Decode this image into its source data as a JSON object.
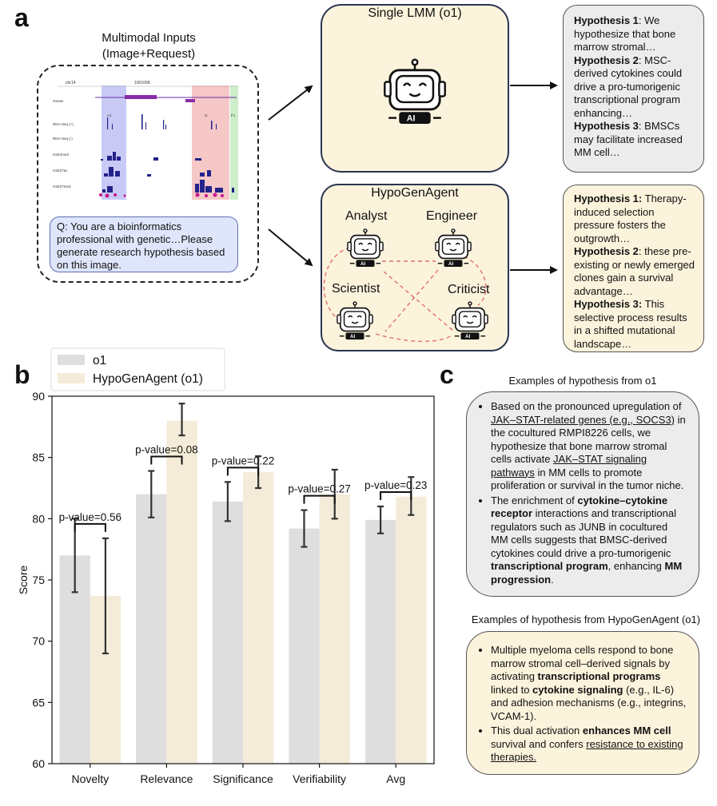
{
  "panel_a": {
    "letter": "a",
    "inputs_title_1": "Multimodal Inputs",
    "inputs_title_2": "(Image+Request)",
    "genome_tracks": {
      "top_label": "chr14",
      "scale_label": "100100K",
      "track_labels": [
        "Genes",
        "RNA-Seq (+)",
        "RNA-Seq (-)",
        "H3K4me3",
        "H3K27ac",
        "H3K27me3"
      ],
      "region_labels": [
        "A1",
        "I1",
        "F1"
      ]
    },
    "request_text": "Q: You are a bioinformatics professional with genetic…Please generate research hypothesis based on this image.",
    "single_title": "Single LMM (o1)",
    "agent_title": "HypoGenAgent",
    "roles": [
      "Analyst",
      "Engineer",
      "Scientist",
      "Criticist"
    ],
    "robot_badge": "AI",
    "single_hypotheses": [
      {
        "label": "Hypothesis 1",
        "sep": ": ",
        "text": "We hypothesize that bone marrow stromal…"
      },
      {
        "label": "Hypothesis 2",
        "sep": ": ",
        "text": "MSC-derived cytokines could drive a pro-tumorigenic transcriptional program enhancing…"
      },
      {
        "label": "Hypothesis 3",
        "sep": ": ",
        "text": "BMSCs may facilitate increased MM cell…"
      }
    ],
    "agent_hypotheses": [
      {
        "label": "Hypothesis 1:",
        "sep": " ",
        "text": "Therapy-induced selection pressure fosters the outgrowth…"
      },
      {
        "label": "Hypothesis 2",
        "sep": ": ",
        "text": "these pre-existing or newly emerged clones gain a survival advantage…"
      },
      {
        "label": "Hypothesis 3:",
        "sep": " ",
        "text": "This selective process results in a shifted mutational landscape…"
      }
    ]
  },
  "panel_b": {
    "letter": "b"
  },
  "panel_c": {
    "letter": "c",
    "title_o1": "Examples of hypothesis from o1",
    "o1_bullets": [
      [
        {
          "t": "Based on the pronounced upregulation of "
        },
        {
          "t": "JAK–STAT-related genes (e.g., SOCS3)",
          "s": "u"
        },
        {
          "t": " in the cocultured RMPI8226 cells, we hypothesize that bone marrow stromal cells activate "
        },
        {
          "t": "JAK–STAT signaling pathways",
          "s": "u"
        },
        {
          "t": " in MM cells to promote proliferation or survival in the tumor niche."
        }
      ],
      [
        {
          "t": "The enrichment of "
        },
        {
          "t": "cytokine–cytokine receptor",
          "s": "b"
        },
        {
          "t": " interactions and transcriptional regulators such as JUNB in cocultured MM cells suggests that BMSC-derived cytokines could drive a pro-tumorigenic "
        },
        {
          "t": "transcriptional program",
          "s": "b"
        },
        {
          "t": ", enhancing "
        },
        {
          "t": "MM progression",
          "s": "b"
        },
        {
          "t": "."
        }
      ]
    ],
    "title_agent": "Examples of hypothesis from HypoGenAgent (o1)",
    "agent_bullets": [
      [
        {
          "t": "Multiple myeloma cells respond to bone marrow stromal cell–derived signals by activating "
        },
        {
          "t": "transcriptional programs",
          "s": "b"
        },
        {
          "t": " linked to "
        },
        {
          "t": "cytokine signaling",
          "s": "b"
        },
        {
          "t": " (e.g., IL-6) and adhesion mechanisms (e.g., integrins, VCAM-1)."
        }
      ],
      [
        {
          "t": "This dual activation "
        },
        {
          "t": "enhances MM cell",
          "s": "b"
        },
        {
          "t": " survival and confers "
        },
        {
          "t": "resistance to existing therapies.",
          "s": "u"
        }
      ]
    ]
  },
  "colors": {
    "o1": "#dedede",
    "hypogen": "#f4ecd8",
    "grey_panel": "#ececec",
    "cream_panel": "#fcf3dc",
    "blue_panel": "#dfe6fb",
    "agent_link": "#e07070",
    "blue_highlight": "#c8caf5",
    "red_highlight": "#f6c7c7",
    "green_highlight": "#cdeec8"
  },
  "chart_data": {
    "type": "bar",
    "categories": [
      "Novelty",
      "Relevance",
      "Significance",
      "Verifiability",
      "Avg"
    ],
    "series": [
      {
        "name": "o1",
        "values": [
          77.0,
          82.0,
          81.4,
          79.2,
          79.9
        ],
        "err_low": [
          74.0,
          80.1,
          79.8,
          77.7,
          78.8
        ],
        "err_high": [
          80.0,
          83.9,
          83.0,
          80.7,
          81.0
        ]
      },
      {
        "name": "HypoGenAgent (o1)",
        "values": [
          73.7,
          88.0,
          83.8,
          82.0,
          81.8
        ],
        "err_low": [
          69.0,
          86.8,
          82.5,
          80.0,
          80.3
        ],
        "err_high": [
          78.4,
          89.4,
          85.1,
          84.0,
          83.4
        ]
      }
    ],
    "pvalues": [
      "p-value=0.56",
      "p-value=0.08",
      "p-value=0.22",
      "p-value=0.27",
      "p-value=0.23"
    ],
    "ylabel": "Score",
    "xlabel": "",
    "ylim": [
      60,
      90
    ],
    "yticks": [
      60,
      65,
      70,
      75,
      80,
      85,
      90
    ],
    "legend_position": "top-left",
    "grid": false
  }
}
